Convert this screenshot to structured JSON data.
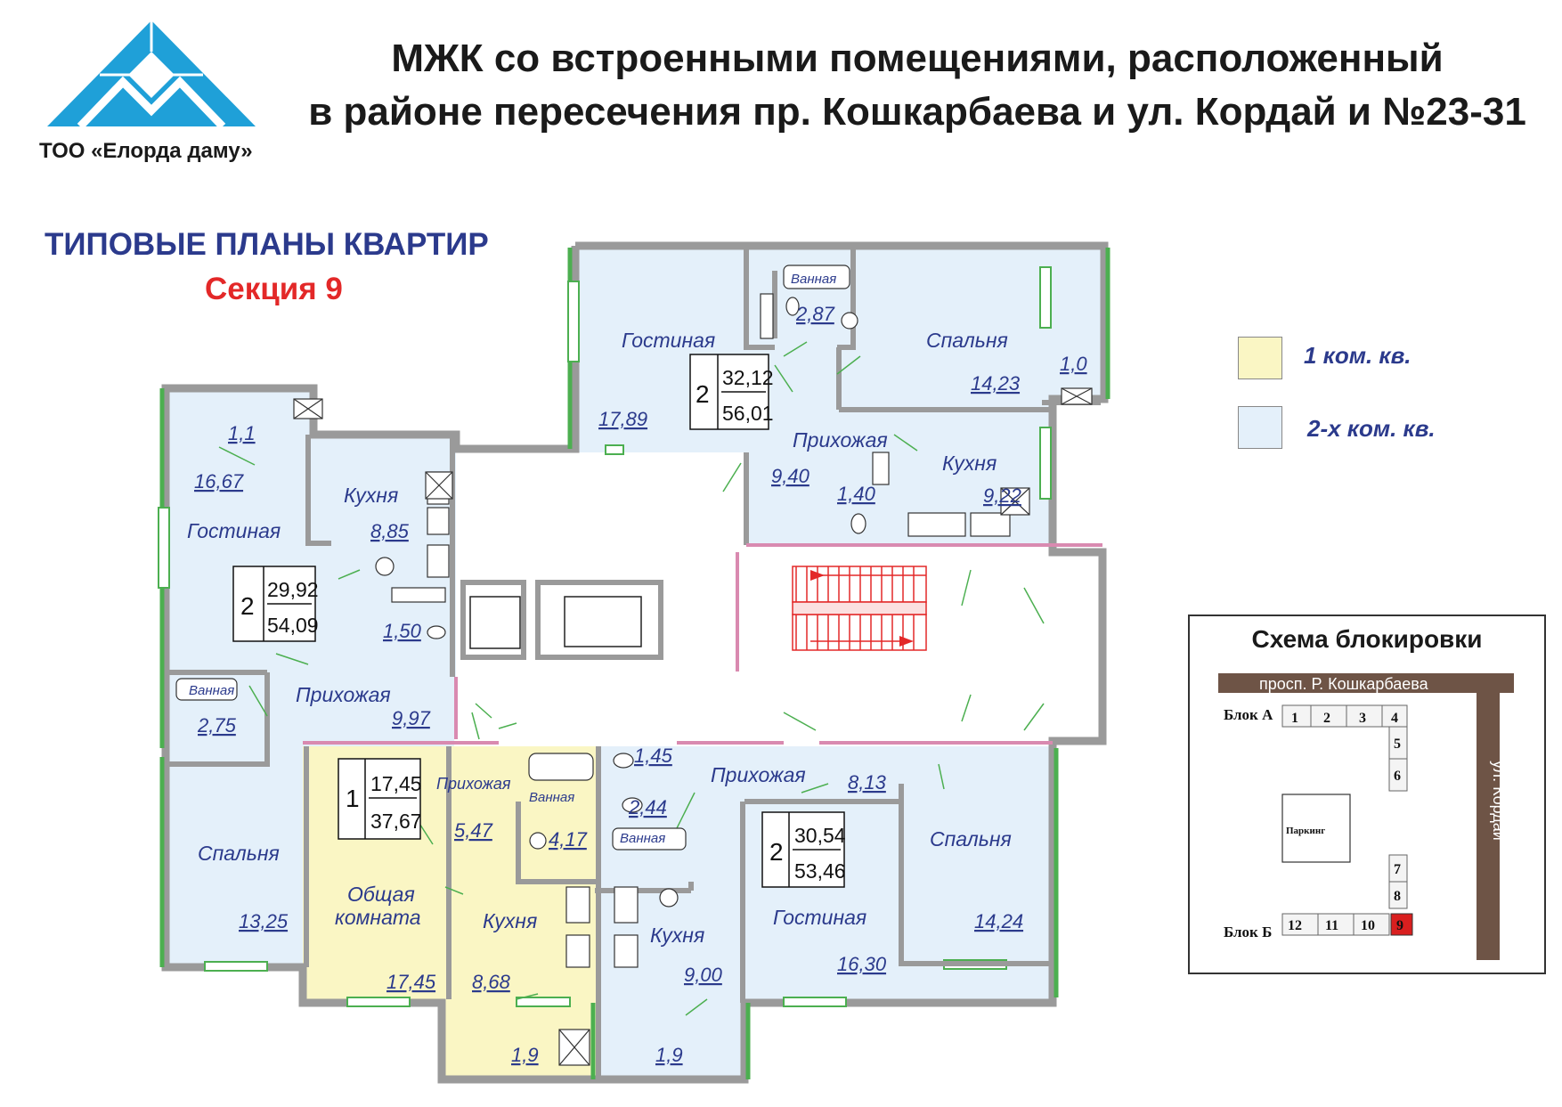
{
  "header": {
    "title_line1": "МЖК со встроенными помещениями, расположенный",
    "title_line2": "в районе пересечения пр. Кошкарбаева и ул. Кордай и №23-31",
    "company": "ТОО «Елорда даму»"
  },
  "plans": {
    "title": "ТИПОВЫЕ ПЛАНЫ КВАРТИР",
    "section": "Секция 9"
  },
  "legend": {
    "one_room": {
      "label": "1 ком. кв.",
      "color": "#faf6c4"
    },
    "two_room": {
      "label": "2-х ком. кв.",
      "color": "#e4f0fa"
    }
  },
  "colors": {
    "wall_green": "#4caf50",
    "wall_pink": "#d98ab0",
    "wall_gray": "#9a9a9a",
    "stair_red": "#e32828",
    "text_blue": "#2b3a8c",
    "logo_blue": "#1fa0d8"
  },
  "floor_plan": {
    "apartments": [
      {
        "rooms": "2",
        "living": "32,12",
        "total": "56,01"
      },
      {
        "rooms": "2",
        "living": "29,92",
        "total": "54,09"
      },
      {
        "rooms": "1",
        "living": "17,45",
        "total": "37,67"
      },
      {
        "rooms": "2",
        "living": "30,54",
        "total": "53,46"
      }
    ],
    "labels": {
      "gostinaya": "Гостиная",
      "spalnya": "Спальня",
      "kukhnya": "Кухня",
      "prikhozhaya": "Прихожая",
      "vannaya": "Ванная",
      "obshchaya_line1": "Общая",
      "obshchaya_line2": "комната"
    },
    "areas": {
      "a1": "17,89",
      "a2": "2,87",
      "a3": "14,23",
      "a4": "1,0",
      "a5": "9,40",
      "a6": "1,40",
      "a7": "9,22",
      "b1": "1,1",
      "b2": "16,67",
      "b3": "8,85",
      "b4": "1,50",
      "b5": "2,75",
      "b6": "9,97",
      "b7": "13,25",
      "c1": "1,45",
      "c2": "2,44",
      "c3": "5,47",
      "c4": "4,17",
      "c5": "17,45",
      "c6": "8,68",
      "c7": "1,9",
      "d1": "8,13",
      "d2": "9,00",
      "d3": "16,30",
      "d4": "14,24",
      "d5": "1,9"
    }
  },
  "block_scheme": {
    "title": "Схема блокировки",
    "street_top": "просп. Р. Кошкарбаева",
    "street_right": "ул. Кордай",
    "block_a": "Блок А",
    "block_b": "Блок Б",
    "parking": "Паркинг",
    "sections_a": [
      "1",
      "2",
      "3",
      "4",
      "5",
      "6"
    ],
    "sections_b": [
      "7",
      "8",
      "9",
      "10",
      "11",
      "12"
    ],
    "highlighted": "9"
  }
}
